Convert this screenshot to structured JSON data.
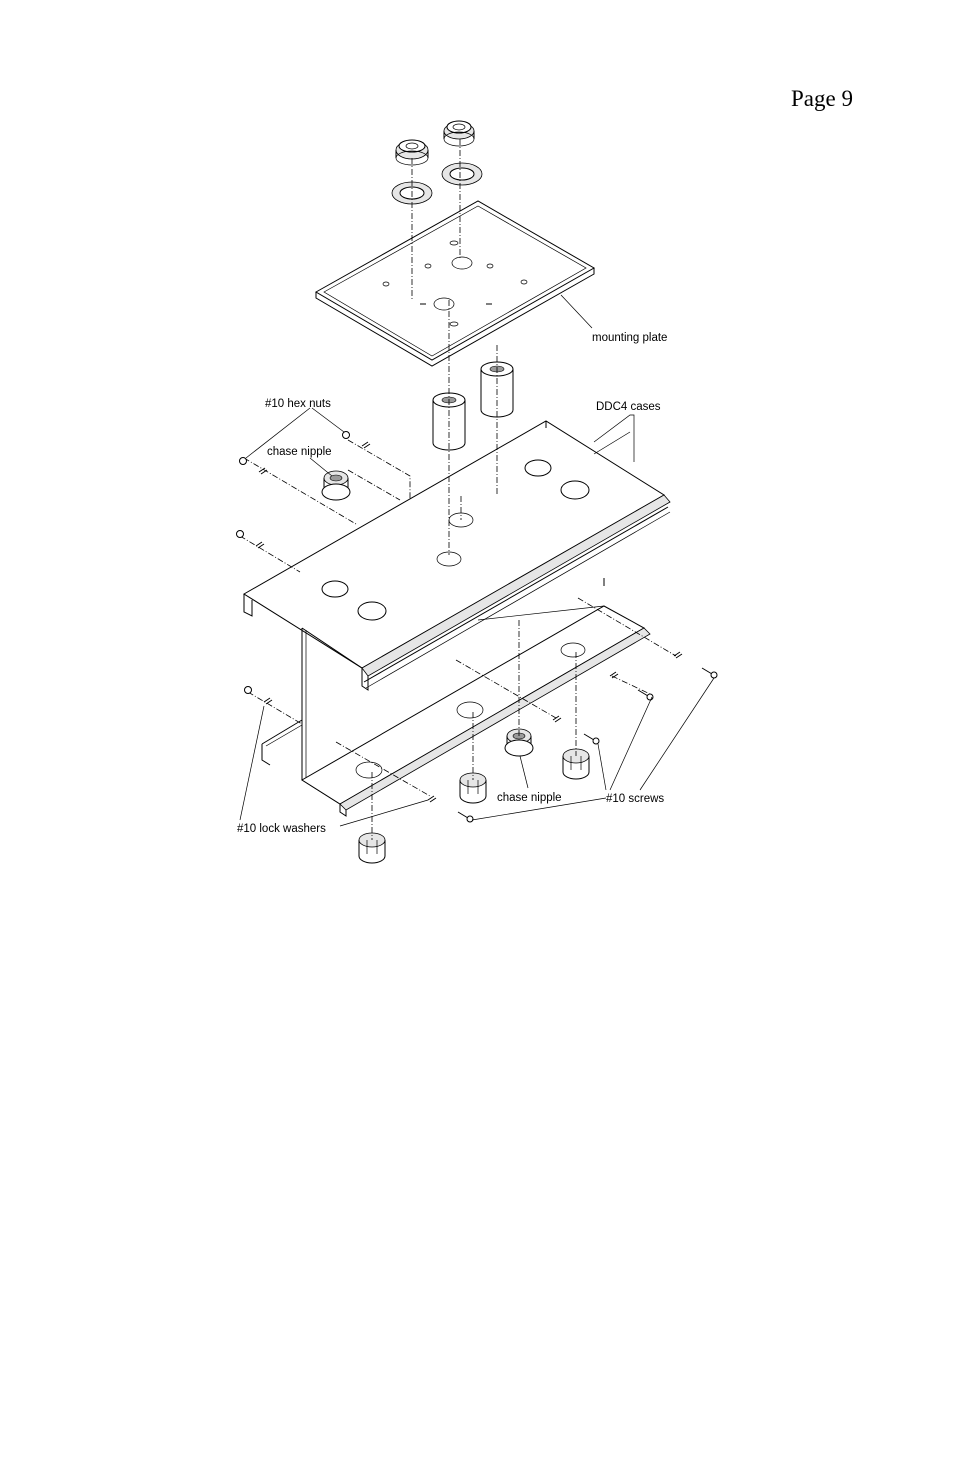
{
  "page": {
    "number_label": "Page 9"
  },
  "diagram": {
    "labels": {
      "mounting_plate": "mounting plate",
      "ddc4_cases": "DDC4 cases",
      "hex_nuts": "#10 hex nuts",
      "chase_nipple_top": "chase nipple",
      "chase_nipple_bottom": "chase nipple",
      "screws": "#10 screws",
      "lock_washers": "#10 lock washers"
    }
  }
}
